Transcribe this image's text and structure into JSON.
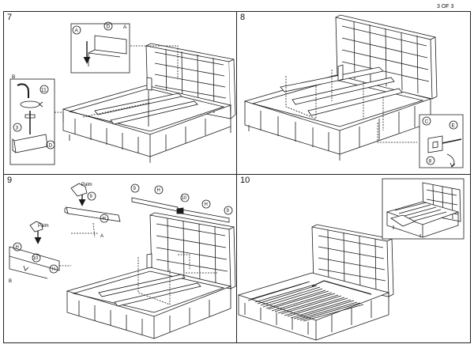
{
  "page_label": "3 OF 3",
  "steps": {
    "s7": {
      "number": "7",
      "labels": {
        "a": "A",
        "b": "B",
        "d1": "D",
        "d2": "D",
        "eleven": "11",
        "three": "3",
        "a2": "A"
      }
    },
    "s8": {
      "number": "8",
      "labels": {
        "c": "C",
        "e": "E",
        "eight": "8"
      }
    },
    "s9": {
      "number": "9",
      "labels": {
        "palm1": "Palm",
        "palm2": "Palm",
        "nine1": "9",
        "nine2": "9",
        "nine3": "9",
        "ten1": "10",
        "ten2": "10",
        "h1": "H",
        "h2": "H",
        "h3": "H",
        "h4": "H",
        "h5": "H",
        "a": "A",
        "b": "B"
      }
    },
    "s10": {
      "number": "10"
    }
  },
  "colors": {
    "ink": "#1a1a1a",
    "paper": "#ffffff"
  }
}
